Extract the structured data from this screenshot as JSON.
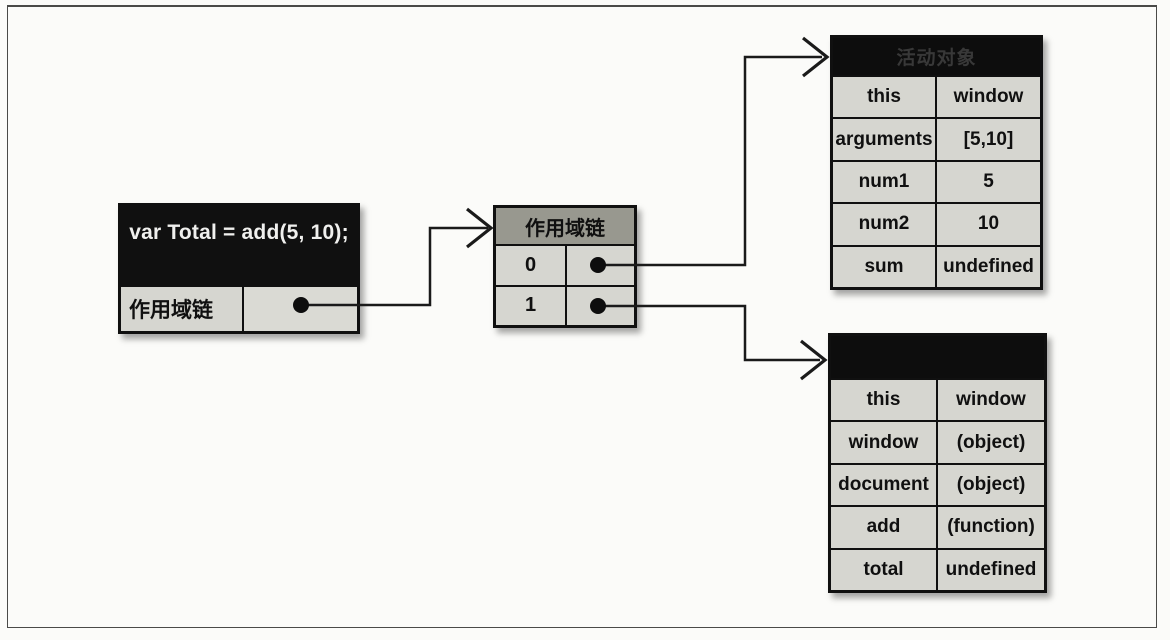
{
  "figure": {
    "execution_context_box": {
      "title": "var Total = add(5, 10);",
      "scope_chain_label": "作用域链"
    },
    "scope_chain_box": {
      "title": "作用域链",
      "rows": [
        {
          "index": "0"
        },
        {
          "index": "1"
        }
      ]
    },
    "activation_object_box": {
      "title": "活动对象",
      "rows": [
        {
          "key": "this",
          "value": "window"
        },
        {
          "key": "arguments",
          "value": "[5,10]"
        },
        {
          "key": "num1",
          "value": "5"
        },
        {
          "key": "num2",
          "value": "10"
        },
        {
          "key": "sum",
          "value": "undefined"
        }
      ]
    },
    "global_object_box": {
      "title": "",
      "rows": [
        {
          "key": "this",
          "value": "window"
        },
        {
          "key": "window",
          "value": "(object)"
        },
        {
          "key": "document",
          "value": "(object)"
        },
        {
          "key": "add",
          "value": "(function)"
        },
        {
          "key": "total",
          "value": "undefined"
        }
      ]
    },
    "colors": {
      "header_black": "#101010",
      "cell_gray": "#d6d6d0",
      "scope_header_gray": "#98988f",
      "connector_line": "#1a1a1a",
      "faint_header_text": "#383838"
    }
  }
}
